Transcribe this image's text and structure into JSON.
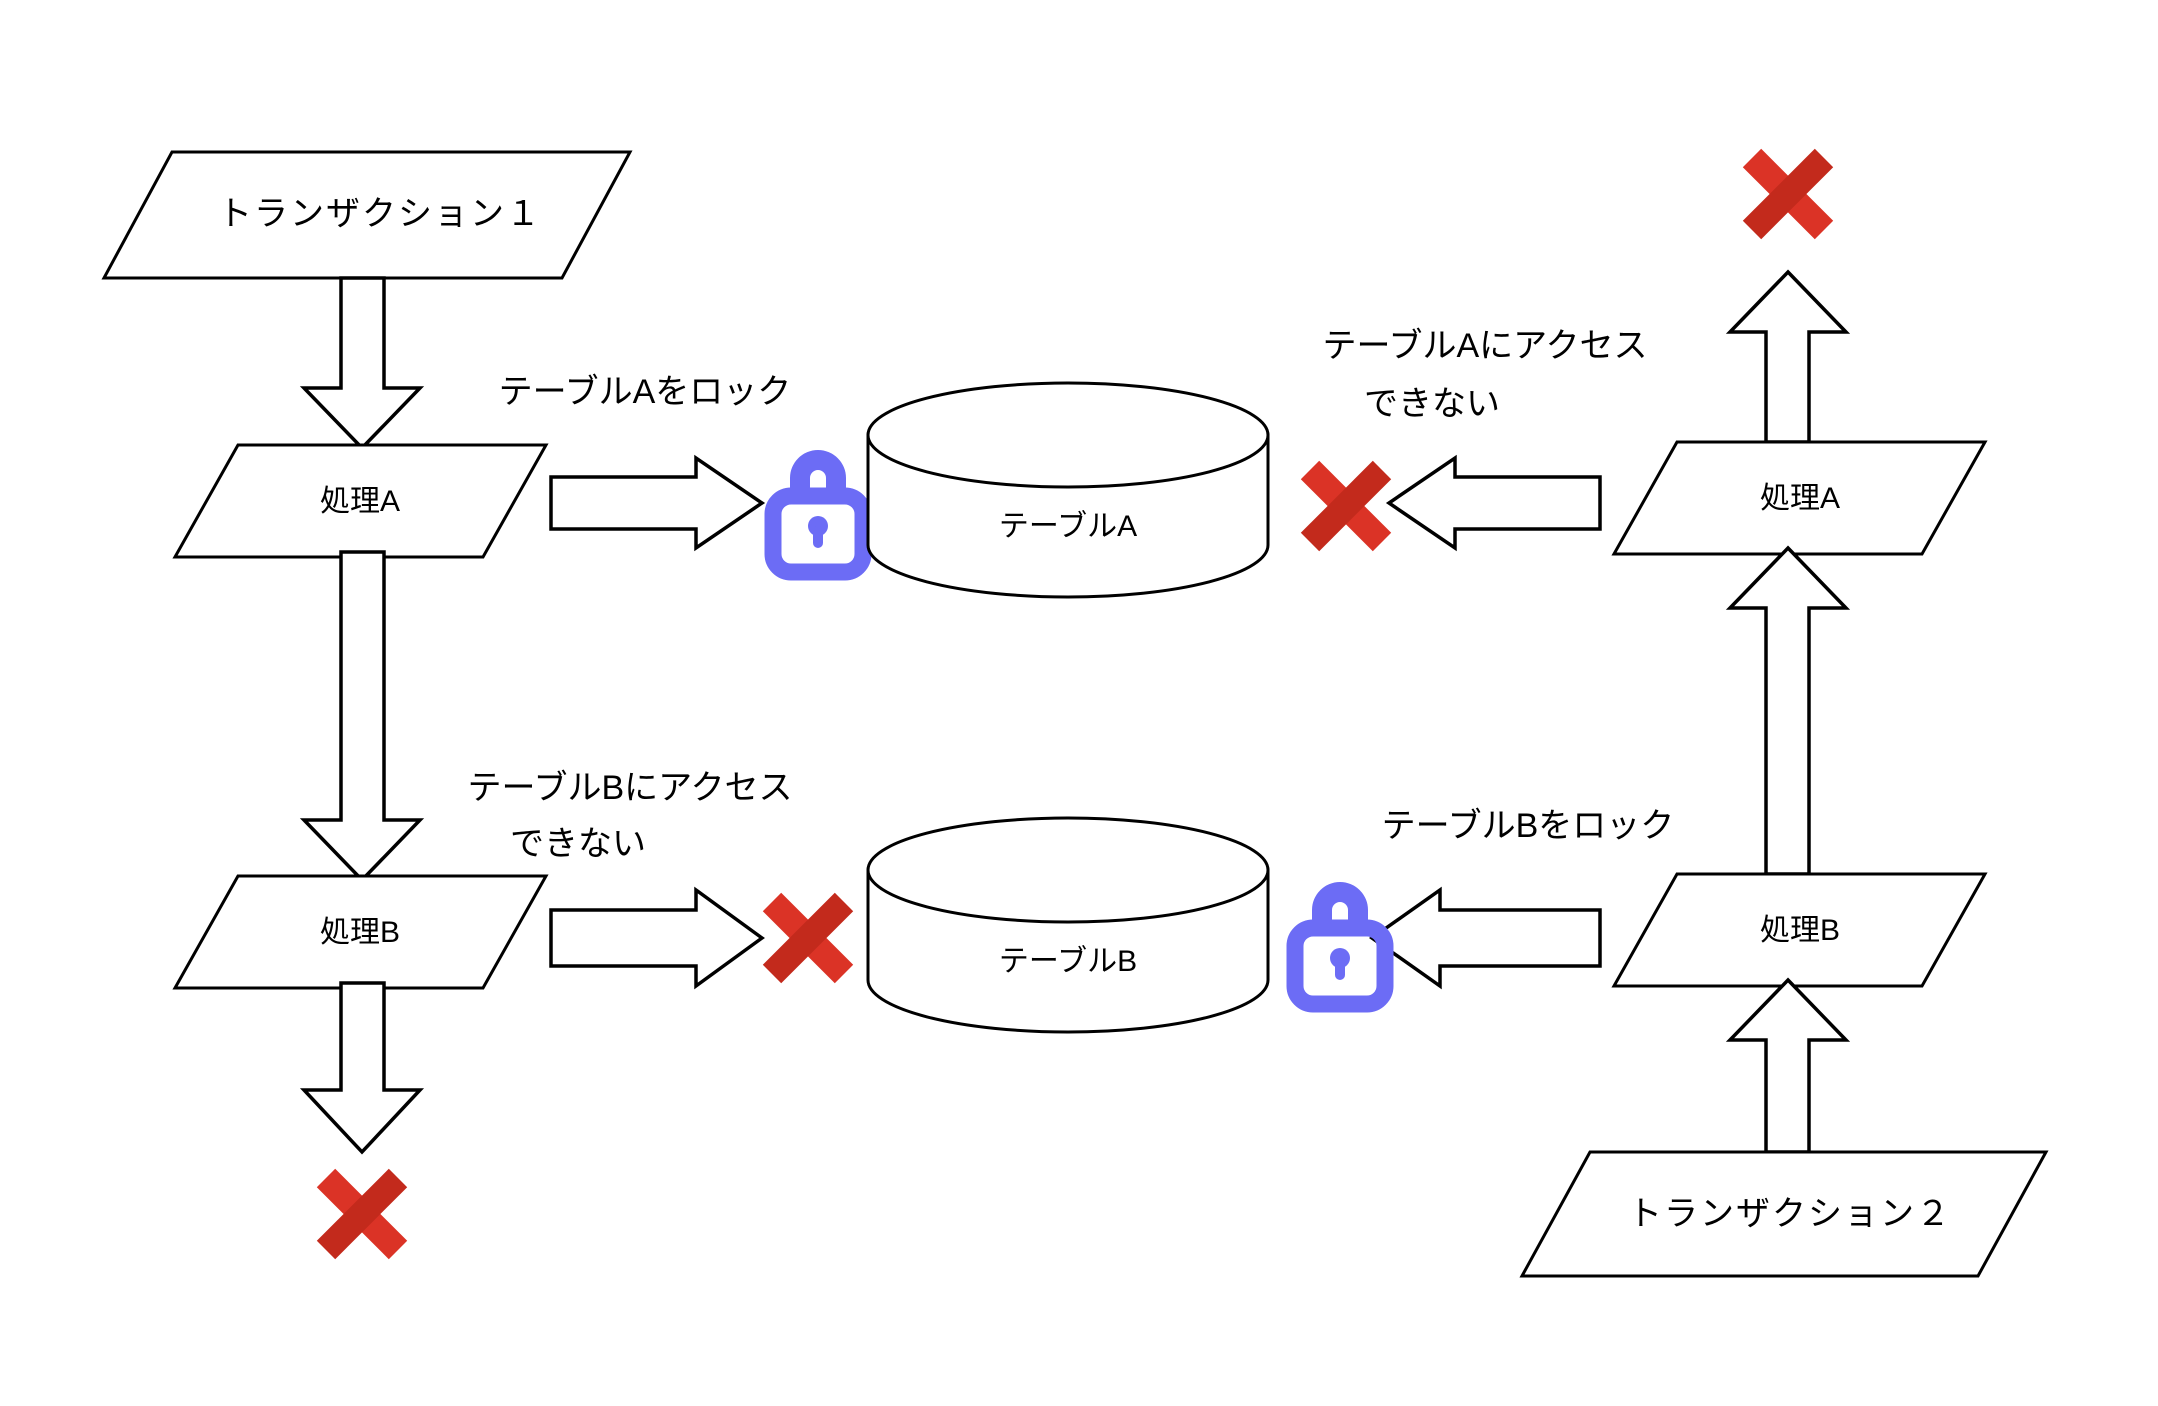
{
  "diagram": {
    "title": "deadlock-diagram",
    "colors": {
      "stroke": "#000000",
      "background": "#ffffff",
      "lock": "#6C6CF5",
      "error": "#DB3326",
      "error_dark": "#C32A1C"
    },
    "nodes": {
      "transaction1": "トランザクション１",
      "transaction2": "トランザクション２",
      "left_process_a": "処理A",
      "left_process_b": "処理B",
      "right_process_a": "処理A",
      "right_process_b": "処理B",
      "table_a": "テーブルA",
      "table_b": "テーブルB"
    },
    "edge_labels": {
      "lock_table_a": "テーブルAをロック",
      "cannot_access_table_b_line1": "テーブルBにアクセス",
      "cannot_access_table_b_line2": "できない",
      "cannot_access_table_a_line1": "テーブルAにアクセス",
      "cannot_access_table_a_line2": "できない",
      "lock_table_b": "テーブルBをロック"
    },
    "icons": {
      "lock_a": "lock-icon",
      "lock_b": "lock-icon",
      "x_left_bottom": "x-mark-icon",
      "x_right_top": "x-mark-icon",
      "x_table_b_blocked": "x-mark-icon",
      "x_table_a_blocked": "x-mark-icon"
    }
  }
}
